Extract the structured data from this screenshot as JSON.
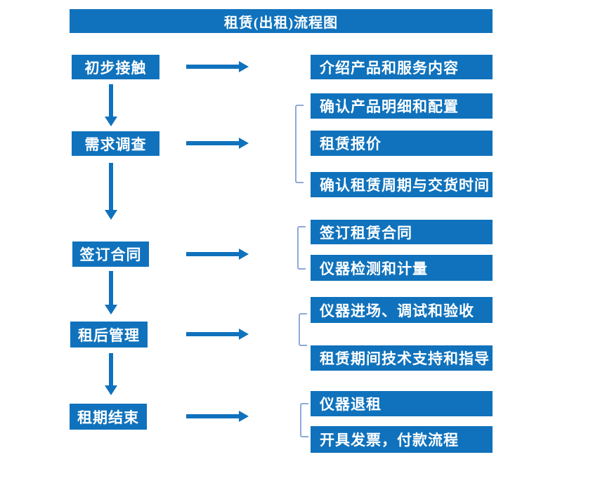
{
  "title": "租赁(出租)流程图",
  "colors": {
    "primary_blue": "#1072BC",
    "bracket_blue": "#8EA9DB",
    "text_white": "#FFFFFF",
    "background": "#FFFFFF"
  },
  "groups": [
    {
      "step": "初步接触",
      "details": [
        "介绍产品和服务内容"
      ]
    },
    {
      "step": "需求调查",
      "details": [
        "确认产品明细和配置",
        "租赁报价",
        "确认租赁周期与交货时间"
      ]
    },
    {
      "step": "签订合同",
      "details": [
        "签订租赁合同",
        "仪器检测和计量"
      ]
    },
    {
      "step": "租后管理",
      "details": [
        "仪器进场、调试和验收",
        "租赁期间技术支持和指导"
      ]
    },
    {
      "step": "租期结束",
      "details": [
        "仪器退租",
        "开具发票，付款流程"
      ]
    }
  ]
}
